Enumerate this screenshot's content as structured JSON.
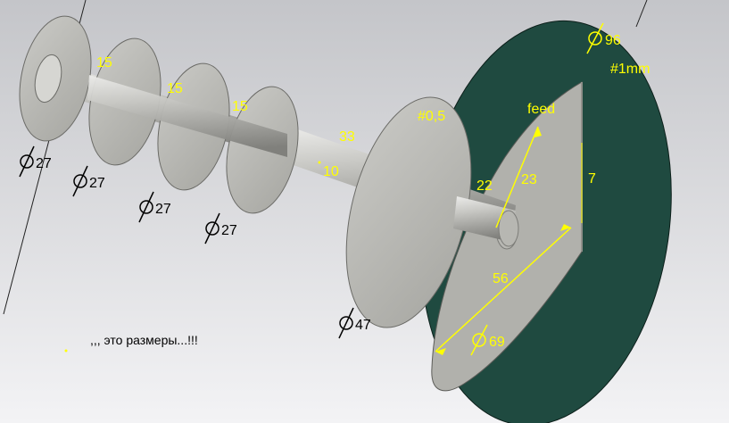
{
  "labels": {
    "d27_1": "27",
    "d27_2": "27",
    "d27_3": "27",
    "d27_4": "27",
    "d47": "47",
    "d96": "96",
    "d69": "69",
    "s15_1": "15",
    "s15_2": "15",
    "s15_3": "15",
    "l33": "33",
    "l10": "10",
    "l22": "22",
    "l23": "23",
    "l7": "7",
    "l56": "56",
    "th05": "#0,5",
    "th1": "#1mm",
    "feed": "feed"
  },
  "note": ",,, это размеры...!!!",
  "colors": {
    "background": "#e9e9ec",
    "metal": "#b5b5b0",
    "ground_plane": "#1f4a40",
    "dimension_text": "#ffff00"
  }
}
